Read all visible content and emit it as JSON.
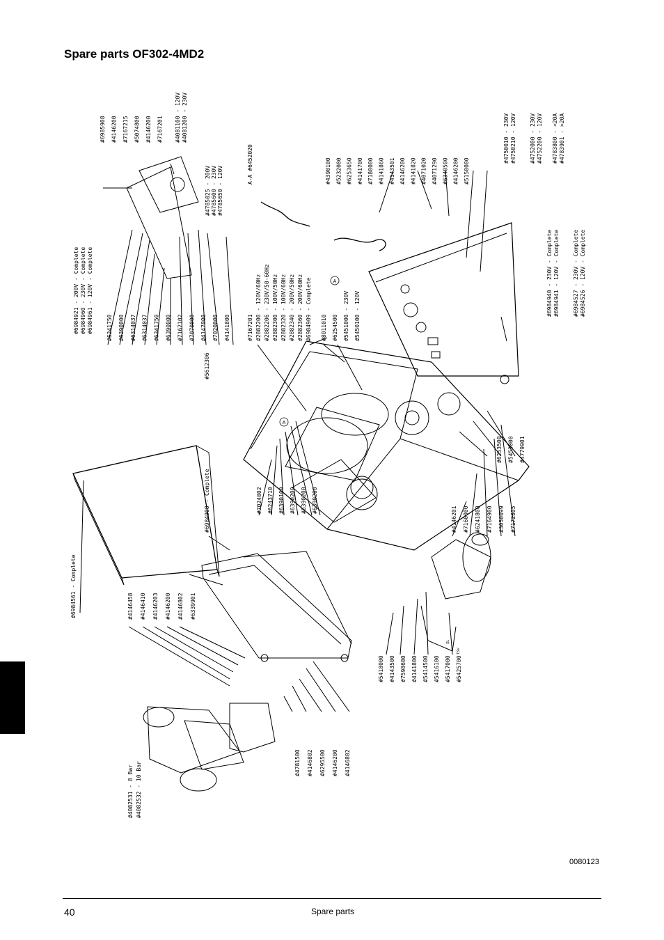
{
  "title": "Spare parts OF302-4MD2",
  "doc_number": "0080123",
  "page_number": "40",
  "section": "Spare parts",
  "label_groups": [
    [
      "#4082531 - 8 Bar",
      "#4082532 - 10 Bar"
    ],
    [
      "#4146458",
      "#4146410",
      "#4146203",
      "#4146200",
      "#4146802",
      "#6339901"
    ],
    [
      "#6984561 - Complete"
    ],
    [
      "#6984908 - Complete"
    ],
    [
      "#4781500",
      "#4146802",
      "#6295500",
      "#4146200",
      "#4146802"
    ],
    [
      "#7024002",
      "#6243710",
      "#6390100",
      "#6390200",
      "#6390200",
      "#6390200"
    ],
    [
      "#6984921 - 200V - Complete",
      "#6984960 - 230V - Complete",
      "#6984961 - 120V - Complete"
    ],
    [
      "#6341750",
      "#6390000",
      "#6314037",
      "#6314037",
      "#6341750",
      "#6390000",
      "#7167102",
      "#7070000",
      "#4147000",
      "#7020000",
      "#4141800"
    ],
    [
      "#5612306"
    ],
    [
      "#6985908",
      "#4146200",
      "#7167215",
      "#5074800",
      "#4146200",
      "#7167201"
    ],
    [
      "#4081100 - 120V",
      "#4081200 - 230V"
    ],
    [
      "#4785025 - 200V",
      "#4785600 - 230V",
      "#4785650 - 120V"
    ],
    [
      "A-A #6452020"
    ],
    [
      "#7167201",
      "#2882200 - 120V/60Hz",
      "#2882206 - 230V/50-60Hz",
      "#2882300 - 100V/50Hz",
      "#2882320 - 100V/60Hz",
      "#2882340 - 200V/50Hz",
      "#2882360 - 200V/60Hz"
    ],
    [
      "#6984909 - Complete"
    ],
    [
      "#8011010",
      "#6254500",
      "#5451000 - 230V",
      "#5450100 - 120V"
    ],
    [
      "#4390100",
      "#5232000",
      "#6253650",
      "#4141700",
      "#7180000",
      "#4141860",
      "#4143501",
      "#4146200",
      "#4141820",
      "#4071020",
      "#4071290",
      "#6340500",
      "#4146200",
      "#5150000"
    ],
    [
      "#4750010 - 230V",
      "#4750210 - 120V"
    ],
    [
      "#4752000 - 230V",
      "#4752200 - 120V"
    ],
    [
      "#4783800 - <20A",
      "#4783901 - >20A"
    ],
    [
      "#6984940 - 230V - Complete",
      "#6984941 - 120V - Complete"
    ],
    [
      "#6984527 - 230V - Complete",
      "#6984526 - 120V - Complete"
    ],
    [
      "#6253500",
      "#5453000",
      "#4779901"
    ],
    [
      "#4146201",
      "#7160000",
      "#6241800",
      "#7164900",
      "#3050099",
      "#7172805"
    ],
    [
      "#5418000",
      "#4143500",
      "#7598600",
      "#4141800",
      "#5414500",
      "#5416100",
      "#5417000",
      "#5425700"
    ]
  ],
  "callout_a": "A",
  "marks": [
    "SL",
    "TSV"
  ]
}
